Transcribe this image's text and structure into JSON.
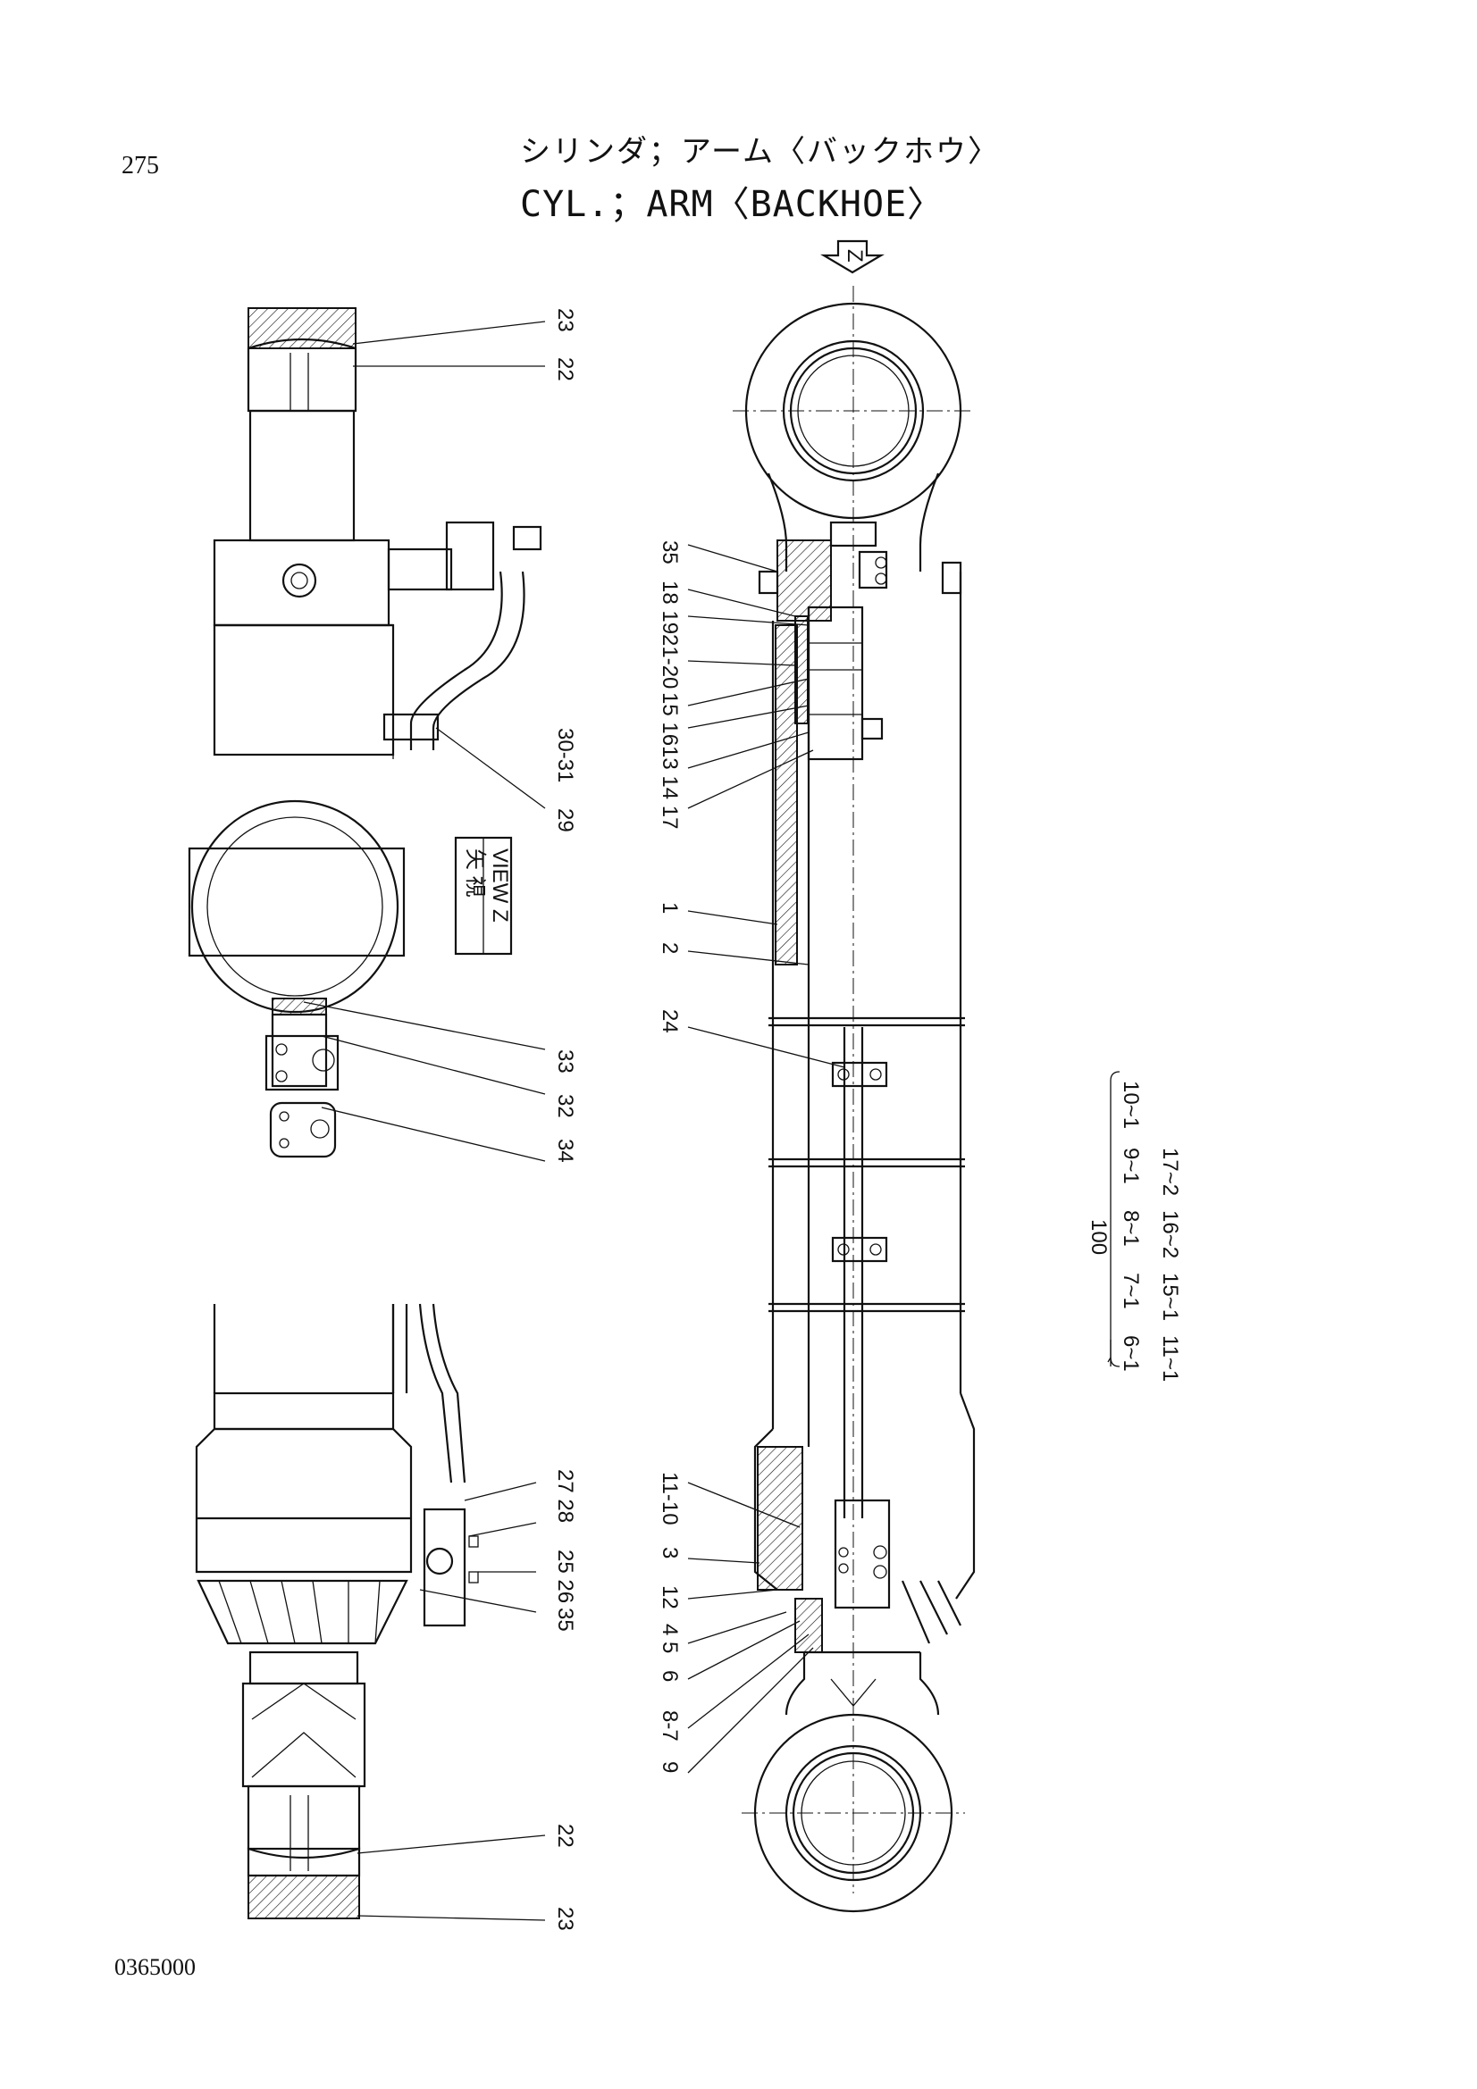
{
  "page_number": "275",
  "title_jp": "シリンダ；アーム〈バックホウ〉",
  "title_en": "CYL.；ARM〈BACKHOE〉",
  "document_number": "0365000",
  "view_label_jp": "矢 視",
  "view_label_en": "VIEW Z",
  "view_arrow_letter": "Z",
  "callouts": {
    "c23a": "23",
    "c22a": "22",
    "c2931": "29",
    "c3031": "30-31",
    "c3233": "33",
    "c32": "32",
    "c34": "34",
    "c35a": "35",
    "c1819": "18 19",
    "c2120": "21-20",
    "c1516": "15 16",
    "c1314": "13 14 17",
    "c1": "1",
    "c2": "2",
    "c24": "24",
    "c2728": "27 28",
    "c2526": "25 26",
    "c3525": "35",
    "c1110": "11-10",
    "c3": "3",
    "c12": "12",
    "c45": "4 5",
    "c6": "6",
    "c87": "8-7",
    "c9": "9",
    "c22b": "22",
    "c23b": "23"
  },
  "kit": {
    "label": "100",
    "row1": [
      "6~1",
      "7~1",
      "8~1",
      "9~1",
      "10~1"
    ],
    "row2": [
      "11~1",
      "15~1",
      "16~2",
      "17~2"
    ]
  }
}
